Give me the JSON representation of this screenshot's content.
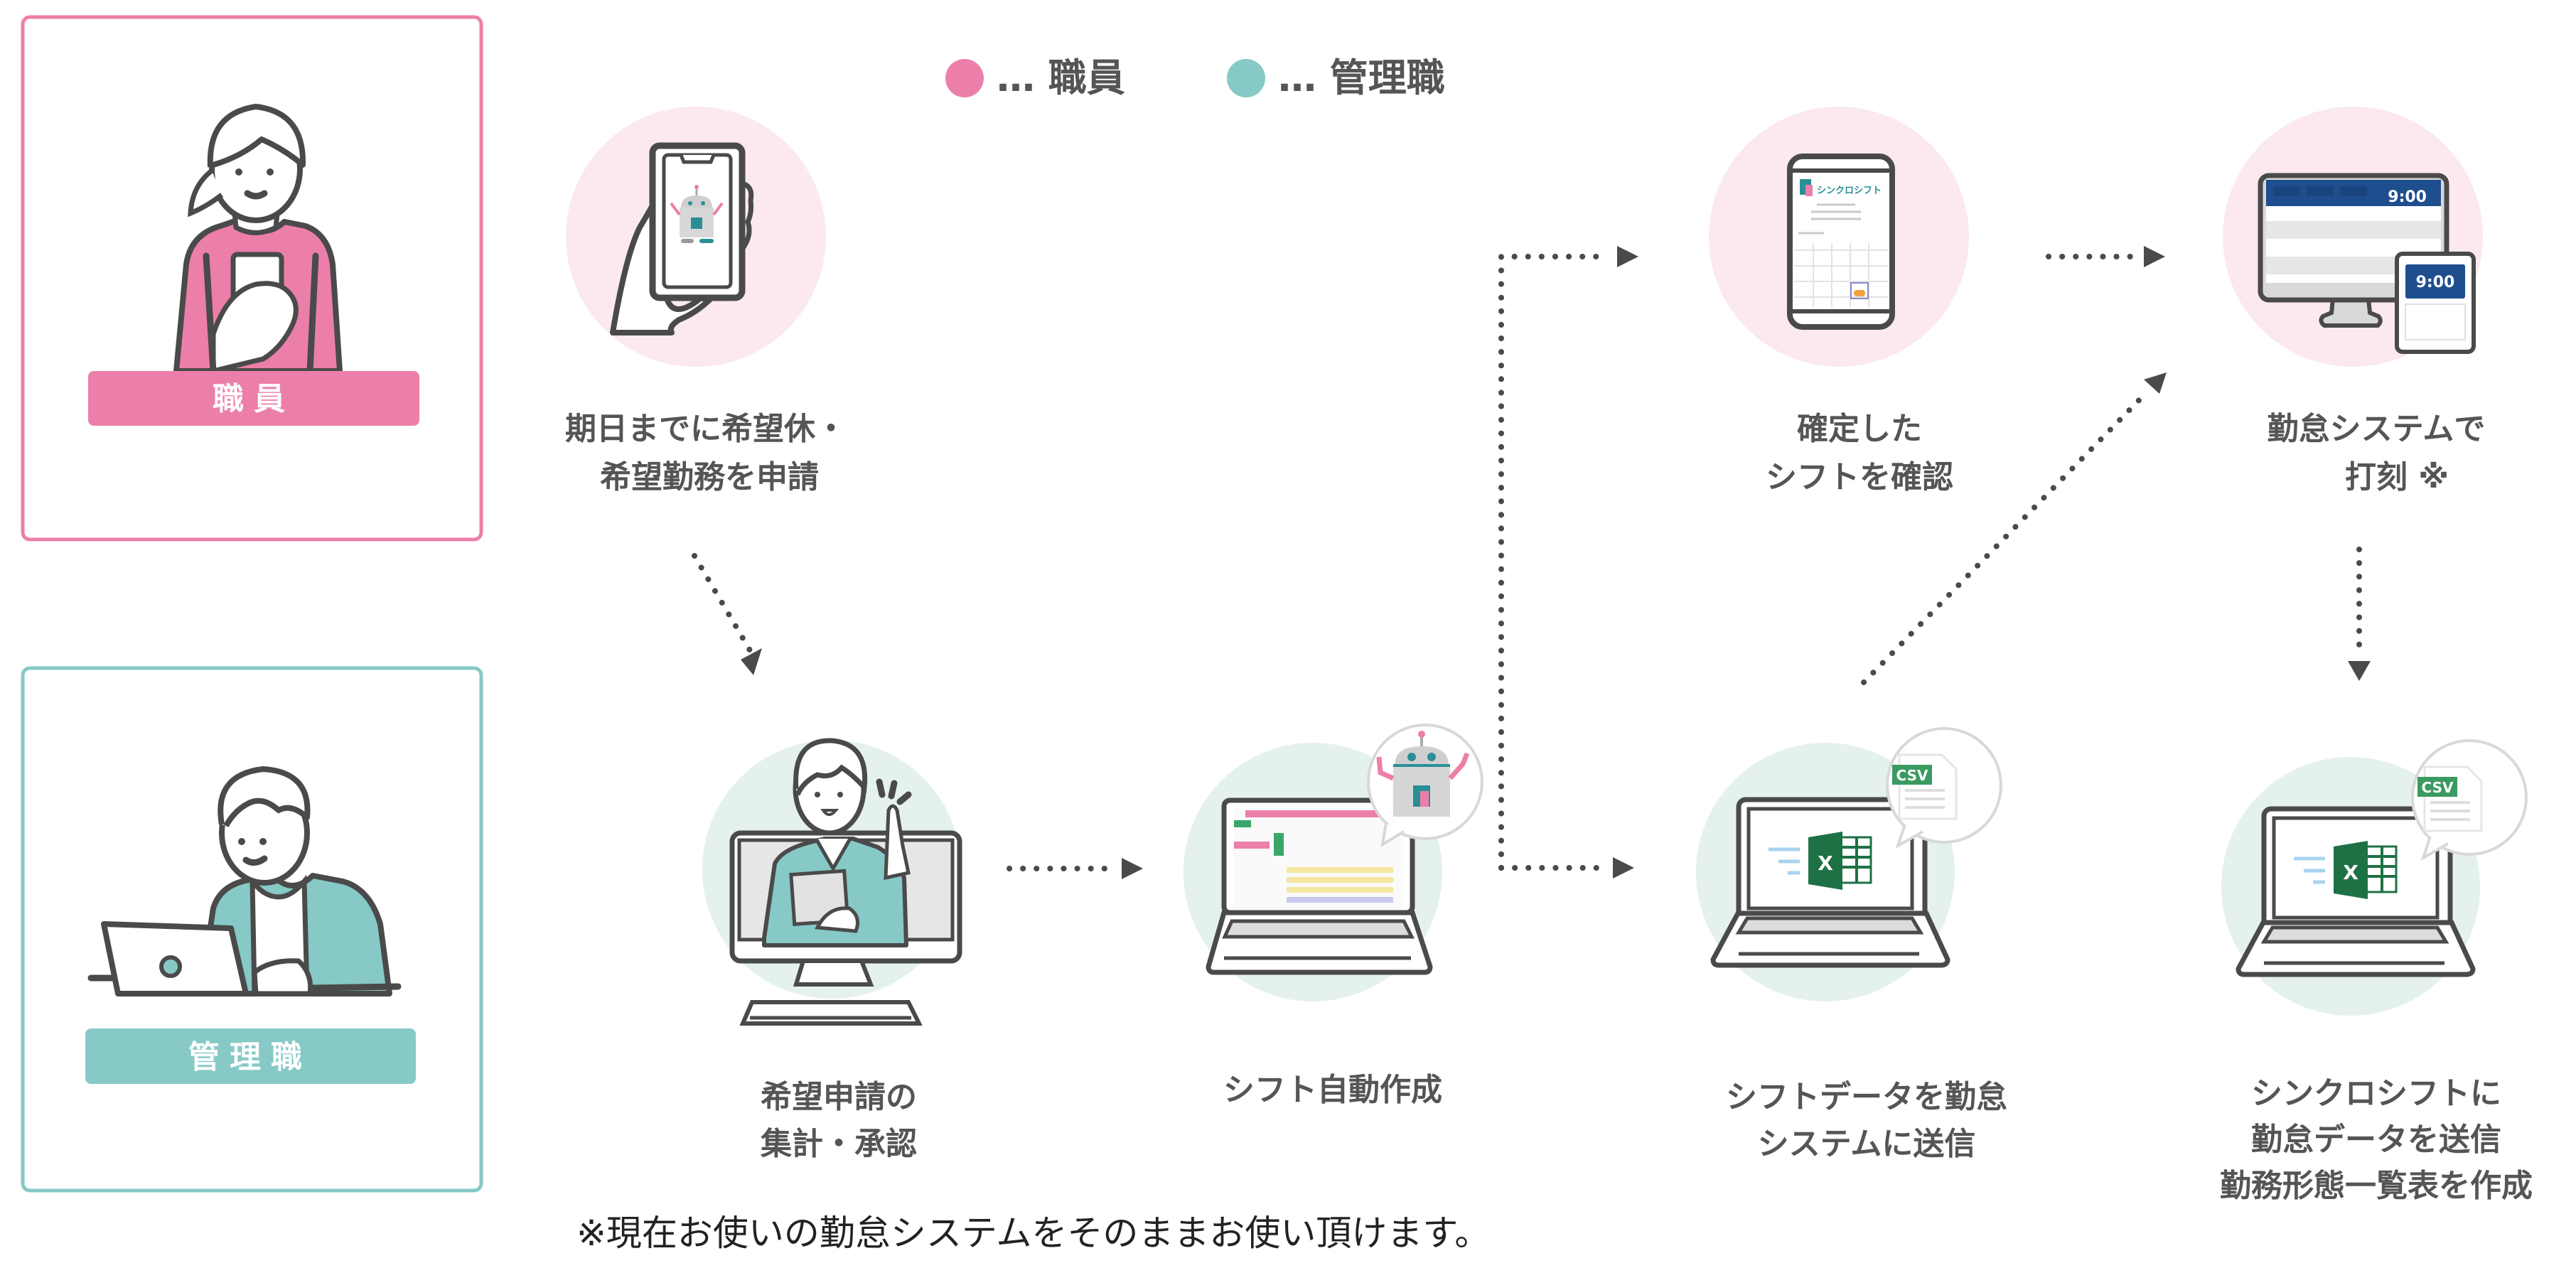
{
  "colors": {
    "staff": "#ec7fa9",
    "manager": "#86c9c6",
    "staff_bg": "#fbe9ef",
    "manager_bg": "#e4f1ee",
    "ink": "#4a4a4a",
    "label_text": "#555555",
    "clock_blue": "#1f4e8f",
    "excel_green": "#1e7145"
  },
  "legend": {
    "staff": {
      "icon": "pink-dot-icon",
      "label": "… 職員"
    },
    "manager": {
      "icon": "teal-dot-icon",
      "label": "… 管理職"
    }
  },
  "roles": {
    "staff": {
      "label": "職員",
      "illustration": "woman-with-smartphone-icon"
    },
    "manager": {
      "label": "管理職",
      "illustration": "man-with-laptop-icon"
    }
  },
  "steps": [
    {
      "id": "request",
      "role": "staff",
      "icon": "hand-holding-phone-icon",
      "lines": [
        "期日までに希望休・",
        "希望勤務を申請"
      ]
    },
    {
      "id": "confirm",
      "role": "staff",
      "icon": "phone-calendar-icon",
      "screen_title": "シンクロシフト",
      "lines": [
        "確定した",
        "シフトを確認"
      ]
    },
    {
      "id": "clock-in",
      "role": "staff",
      "icon": "time-clock-monitor-icon",
      "clock_time": "9:00",
      "lines": [
        "勤怠システムで",
        "打刻 ※"
      ]
    },
    {
      "id": "aggregate",
      "role": "manager",
      "icon": "woman-on-monitor-icon",
      "lines": [
        "希望申請の",
        "集計・承認"
      ]
    },
    {
      "id": "auto-create",
      "role": "manager",
      "icon": "laptop-robot-icon",
      "lines": [
        "シフト自動作成"
      ]
    },
    {
      "id": "send-shift",
      "role": "manager",
      "icon": "laptop-excel-csv-icon",
      "badge": "CSV",
      "excel_letter": "X",
      "lines": [
        "シフトデータを勤怠",
        "システムに送信"
      ]
    },
    {
      "id": "send-attendance",
      "role": "manager",
      "icon": "laptop-excel-csv-icon",
      "badge": "CSV",
      "excel_letter": "X",
      "lines": [
        "シンクロシフトに",
        "勤怠データを送信",
        "勤務形態一覧表を作成"
      ]
    }
  ],
  "footnote": "※現在お使いの勤怠システムをそのままお使い頂けます。"
}
